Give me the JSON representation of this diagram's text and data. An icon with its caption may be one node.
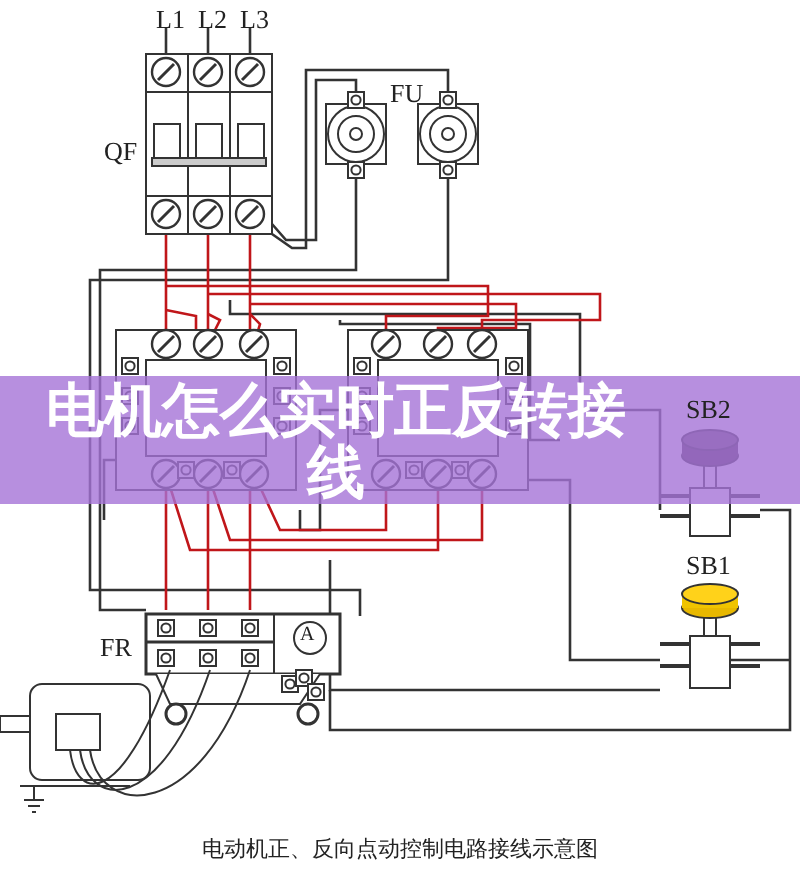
{
  "diagram": {
    "title": "电机怎么实时正反转接线",
    "caption": "电动机正、反向点动控制电路接线示意图",
    "labels": [
      "L1",
      "L2",
      "L3",
      "FU",
      "QF",
      "SB2",
      "SB1",
      "FR",
      "A"
    ]
  }
}
